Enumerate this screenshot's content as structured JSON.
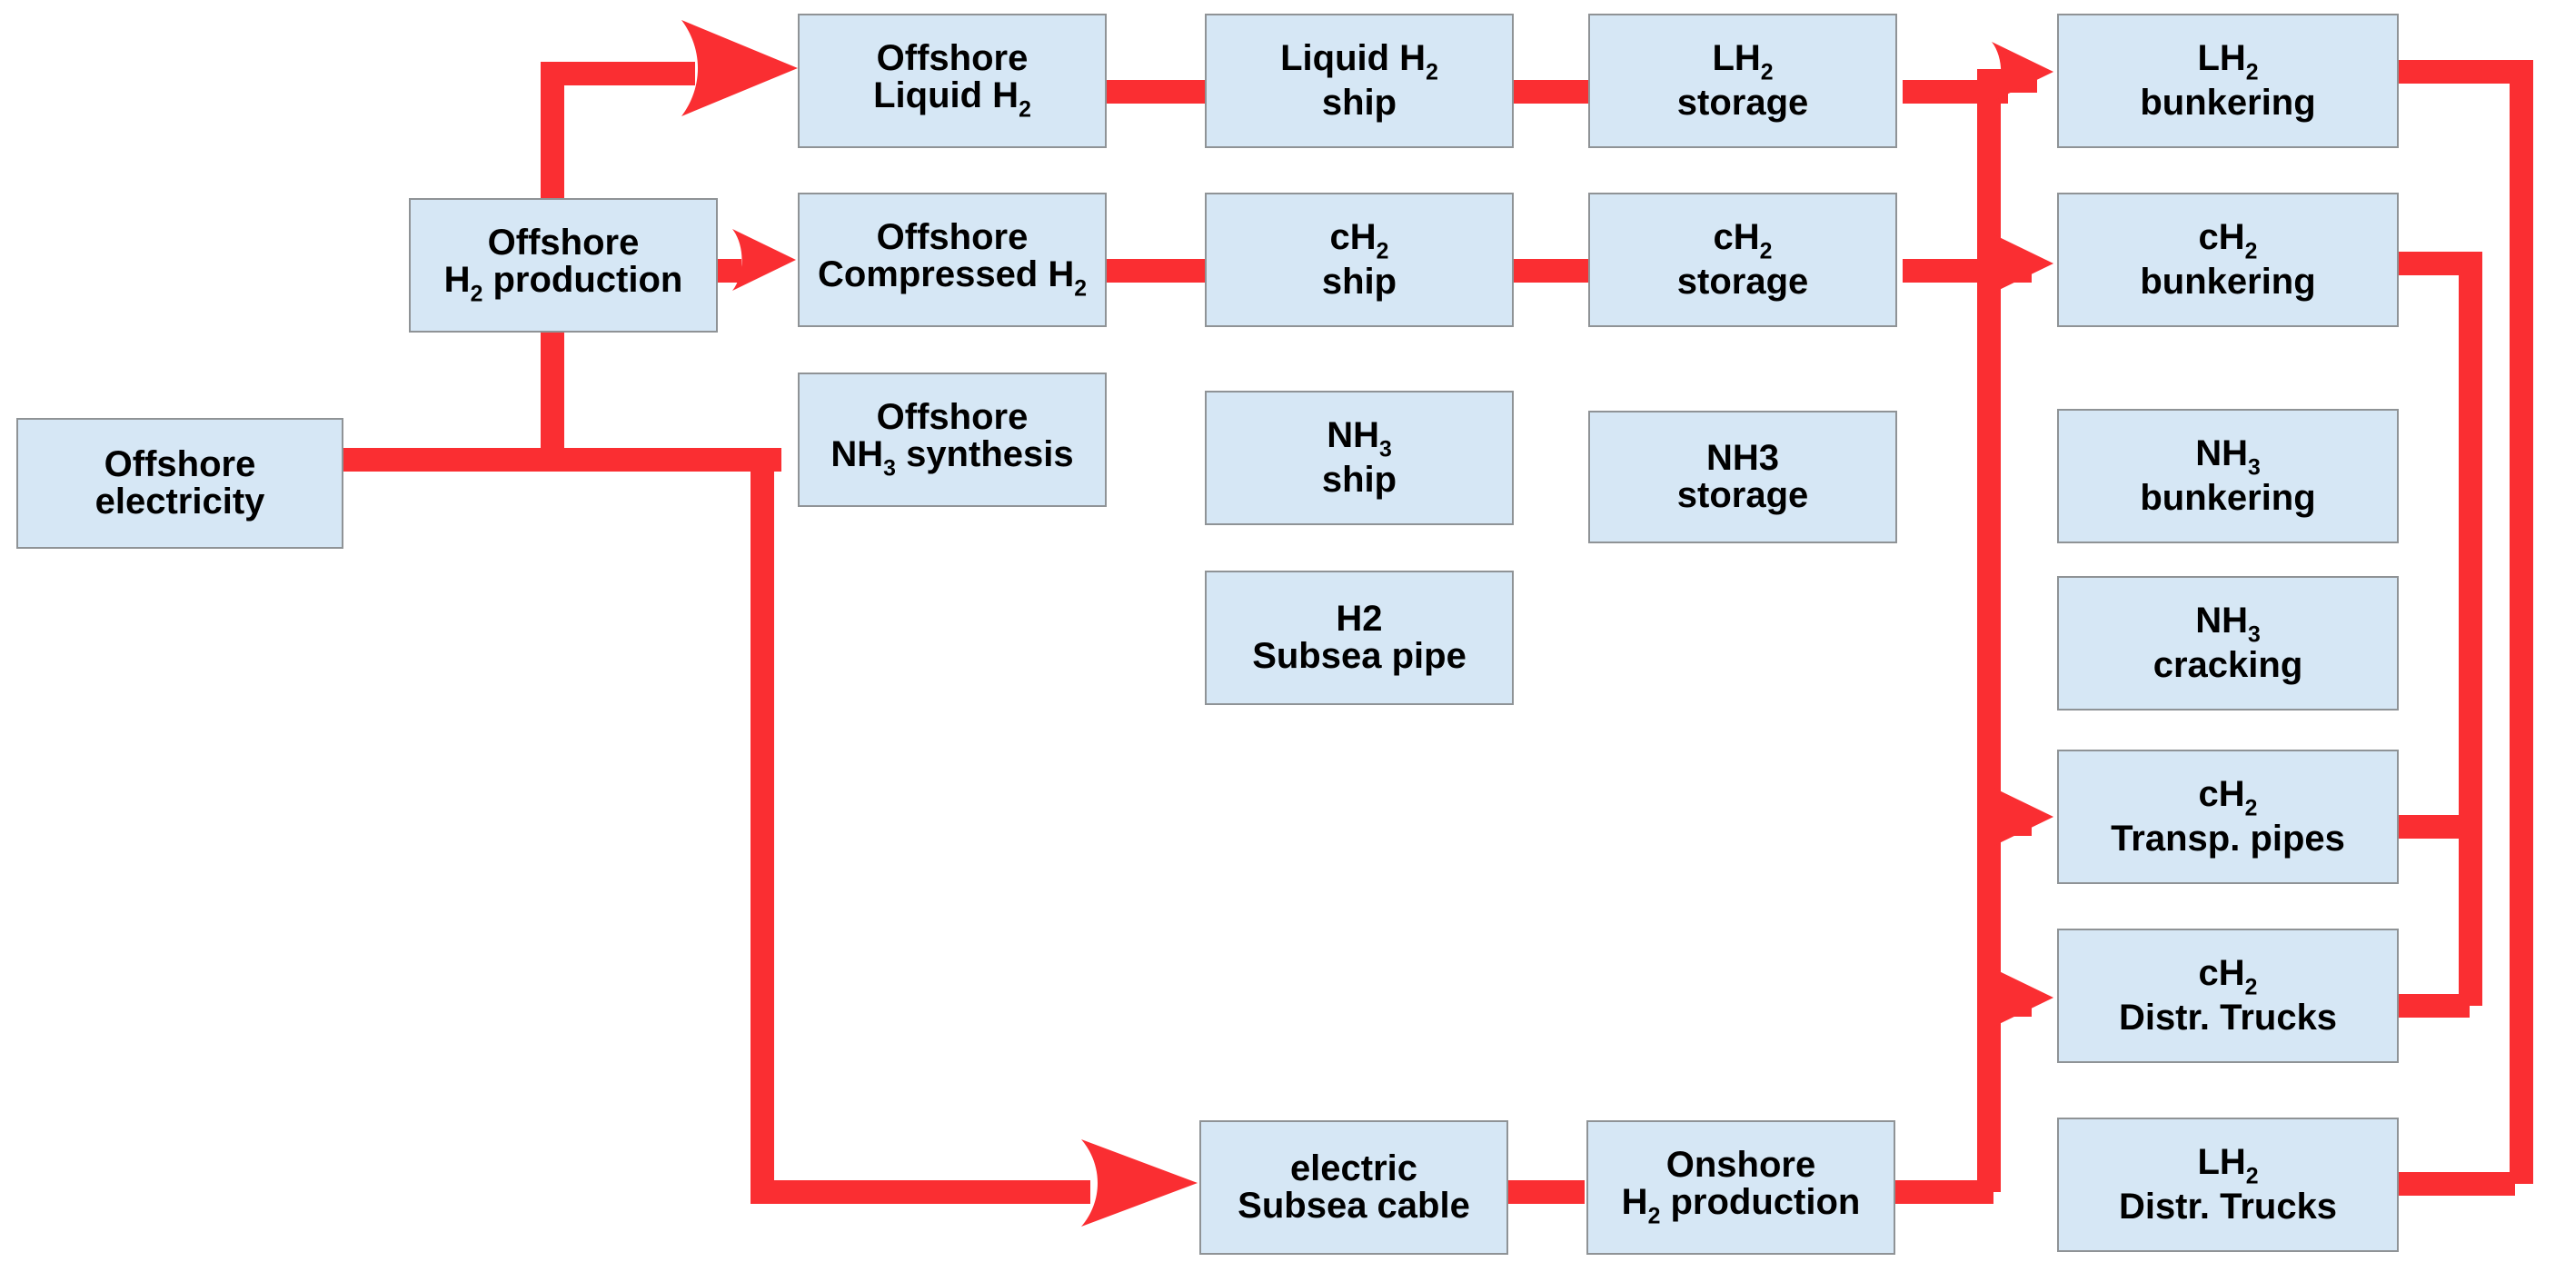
{
  "diagram": {
    "title": "Offshore hydrogen value chain flow diagram",
    "accent_color": "#fa2e32",
    "node_fill": "#d6e7f5",
    "node_border": "#8f9396",
    "nodes": [
      {
        "id": "offshore-electricity",
        "line1": "Offshore",
        "line2": "electricity"
      },
      {
        "id": "offshore-h2-production",
        "line1": "Offshore",
        "line2": "H",
        "sub2": "2",
        "line2b": " production"
      },
      {
        "id": "offshore-liquid-h2",
        "line1": "Offshore",
        "line2": "Liquid H",
        "sub2": "2"
      },
      {
        "id": "offshore-compressed-h2",
        "line1": "Offshore",
        "line2": "Compressed H",
        "sub2": "2"
      },
      {
        "id": "offshore-nh3-synthesis",
        "line1": "Offshore",
        "line2": "NH",
        "sub2": "3",
        "line2b": " synthesis"
      },
      {
        "id": "liquid-h2-ship",
        "line1": "Liquid H",
        "sub1": "2",
        "line2": "ship"
      },
      {
        "id": "ch2-ship",
        "line1": "cH",
        "sub1": "2",
        "line2": "ship"
      },
      {
        "id": "nh3-ship",
        "line1": "NH",
        "sub1": "3",
        "line2": "ship"
      },
      {
        "id": "h2-subsea-pipe",
        "line1": "H2",
        "line2": "Subsea pipe"
      },
      {
        "id": "lh2-storage",
        "line1": "LH",
        "sub1": "2",
        "line2": "storage"
      },
      {
        "id": "ch2-storage",
        "line1": "cH",
        "sub1": "2",
        "line2": "storage"
      },
      {
        "id": "nh3-storage",
        "line1": "NH3",
        "line2": "storage"
      },
      {
        "id": "lh2-bunkering",
        "line1": "LH",
        "sub1": "2",
        "line2": "bunkering"
      },
      {
        "id": "ch2-bunkering",
        "line1": "cH",
        "sub1": "2",
        "line2": "bunkering"
      },
      {
        "id": "nh3-bunkering",
        "line1": "NH",
        "sub1": "3",
        "line2": "bunkering"
      },
      {
        "id": "nh3-cracking",
        "line1": "NH",
        "sub1": "3",
        "line2": "cracking"
      },
      {
        "id": "ch2-transp-pipes",
        "line1": "cH",
        "sub1": "2",
        "line2": "Transp. pipes"
      },
      {
        "id": "ch2-distr-trucks",
        "line1": "cH",
        "sub1": "2",
        "line2": "Distr. Trucks"
      },
      {
        "id": "lh2-distr-trucks",
        "line1": "LH",
        "sub1": "2",
        "line2": "Distr. Trucks"
      },
      {
        "id": "electric-subsea-cable",
        "line1": "electric",
        "line2": "Subsea cable"
      },
      {
        "id": "onshore-h2-production",
        "line1": "Onshore",
        "line2": "H",
        "sub2": "2",
        "line2b": " production"
      }
    ],
    "labels": {
      "offshore_electricity_l1": "Offshore",
      "offshore_electricity_l2": "electricity",
      "offshore_h2_production_l1": "Offshore",
      "offshore_h2_production_l2a": "H",
      "offshore_h2_production_sub": "2",
      "offshore_h2_production_l2b": " production",
      "offshore_liquid_h2_l1": "Offshore",
      "offshore_liquid_h2_l2": "Liquid H",
      "offshore_liquid_h2_sub": "2",
      "offshore_compressed_h2_l1": "Offshore",
      "offshore_compressed_h2_l2": "Compressed H",
      "offshore_compressed_h2_sub": "2",
      "offshore_nh3_synth_l1": "Offshore",
      "offshore_nh3_synth_l2a": "NH",
      "offshore_nh3_synth_sub": "3",
      "offshore_nh3_synth_l2b": " synthesis",
      "liquid_h2_ship_l1": "Liquid H",
      "liquid_h2_ship_sub": "2",
      "liquid_h2_ship_l2": "ship",
      "ch2_ship_l1": "cH",
      "ch2_ship_sub": "2",
      "ch2_ship_l2": "ship",
      "nh3_ship_l1": "NH",
      "nh3_ship_sub": "3",
      "nh3_ship_l2": "ship",
      "h2_subsea_pipe_l1": "H2",
      "h2_subsea_pipe_l2": "Subsea pipe",
      "lh2_storage_l1": "LH",
      "lh2_storage_sub": "2",
      "lh2_storage_l2": "storage",
      "ch2_storage_l1": "cH",
      "ch2_storage_sub": "2",
      "ch2_storage_l2": "storage",
      "nh3_storage_l1": "NH3",
      "nh3_storage_l2": "storage",
      "lh2_bunkering_l1": "LH",
      "lh2_bunkering_sub": "2",
      "lh2_bunkering_l2": "bunkering",
      "ch2_bunkering_l1": "cH",
      "ch2_bunkering_sub": "2",
      "ch2_bunkering_l2": "bunkering",
      "nh3_bunkering_l1": "NH",
      "nh3_bunkering_sub": "3",
      "nh3_bunkering_l2": "bunkering",
      "nh3_cracking_l1": "NH",
      "nh3_cracking_sub": "3",
      "nh3_cracking_l2": "cracking",
      "ch2_transp_pipes_l1": "cH",
      "ch2_transp_pipes_sub": "2",
      "ch2_transp_pipes_l2": "Transp. pipes",
      "ch2_distr_trucks_l1": "cH",
      "ch2_distr_trucks_sub": "2",
      "ch2_distr_trucks_l2": "Distr. Trucks",
      "lh2_distr_trucks_l1": "LH",
      "lh2_distr_trucks_sub": "2",
      "lh2_distr_trucks_l2": "Distr. Trucks",
      "electric_subsea_cable_l1": "electric",
      "electric_subsea_cable_l2": "Subsea cable",
      "onshore_h2_production_l1": "Onshore",
      "onshore_h2_production_l2a": "H",
      "onshore_h2_production_sub": "2",
      "onshore_h2_production_l2b": " production"
    },
    "edges": [
      {
        "from": "offshore-electricity",
        "to": "offshore-h2-production",
        "style": "orthogonal"
      },
      {
        "from": "offshore-electricity",
        "to": "electric-subsea-cable",
        "style": "orthogonal"
      },
      {
        "from": "offshore-h2-production",
        "to": "offshore-liquid-h2",
        "style": "orthogonal"
      },
      {
        "from": "offshore-h2-production",
        "to": "offshore-compressed-h2",
        "style": "straight"
      },
      {
        "from": "offshore-liquid-h2",
        "to": "liquid-h2-ship",
        "style": "straight"
      },
      {
        "from": "liquid-h2-ship",
        "to": "lh2-storage",
        "style": "straight"
      },
      {
        "from": "lh2-storage",
        "to": "lh2-bunkering",
        "style": "straight"
      },
      {
        "from": "offshore-compressed-h2",
        "to": "ch2-ship",
        "style": "straight"
      },
      {
        "from": "ch2-ship",
        "to": "ch2-storage",
        "style": "straight"
      },
      {
        "from": "ch2-storage",
        "to": "ch2-bunkering",
        "style": "straight"
      },
      {
        "from": "electric-subsea-cable",
        "to": "onshore-h2-production",
        "style": "straight"
      },
      {
        "from": "onshore-h2-production",
        "to": "lh2-bunkering",
        "style": "orthogonal"
      },
      {
        "from": "onshore-h2-production",
        "to": "ch2-bunkering",
        "style": "orthogonal"
      },
      {
        "from": "onshore-h2-production",
        "to": "ch2-transp-pipes",
        "style": "orthogonal"
      },
      {
        "from": "onshore-h2-production",
        "to": "ch2-distr-trucks",
        "style": "orthogonal"
      },
      {
        "from": "lh2-bunkering",
        "to": "lh2-distr-trucks",
        "style": "orthogonal"
      },
      {
        "from": "ch2-bunkering",
        "to": "ch2-transp-pipes",
        "style": "orthogonal"
      },
      {
        "from": "ch2-bunkering",
        "to": "ch2-distr-trucks",
        "style": "orthogonal"
      }
    ]
  }
}
